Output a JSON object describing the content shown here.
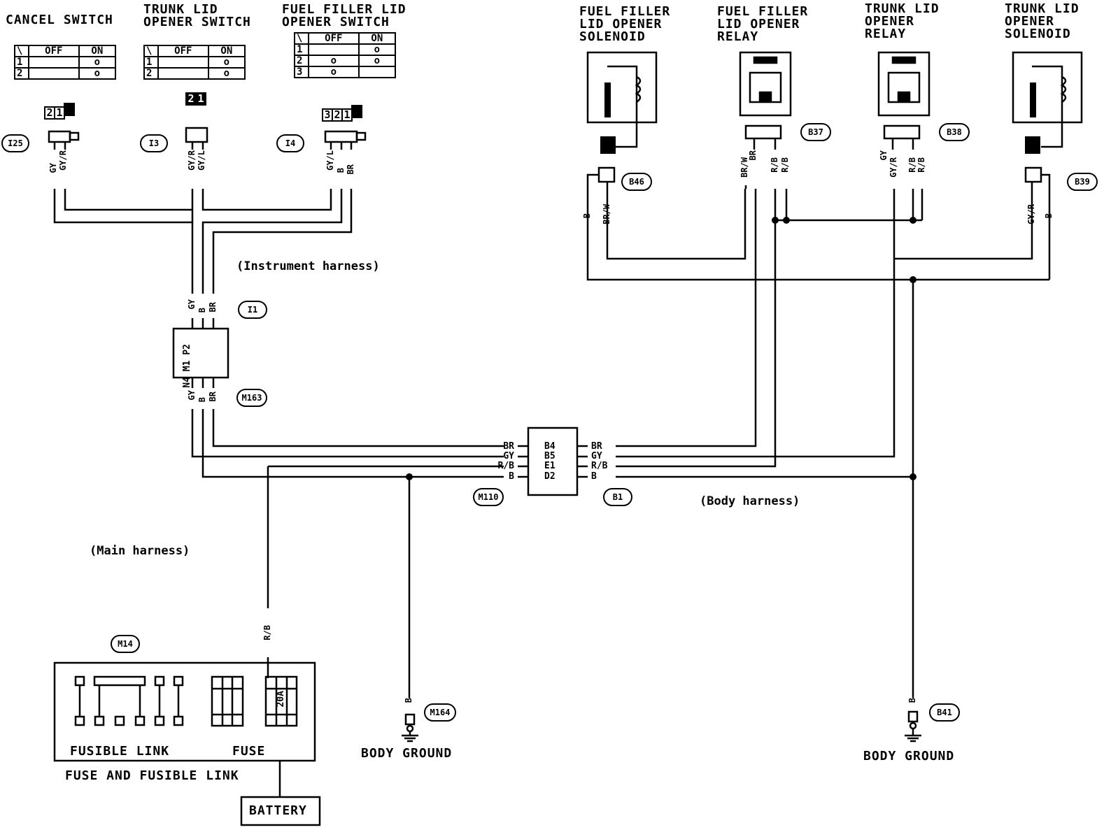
{
  "titles": {
    "cancel_switch": "CANCEL SWITCH",
    "trunk_lid_opener_switch": "TRUNK LID\nOPENER SWITCH",
    "fuel_filler_lid_opener_switch": "FUEL FILLER LID\nOPENER SWITCH",
    "fuel_filler_lid_opener_solenoid": "FUEL FILLER\nLID OPENER\nSOLENOID",
    "fuel_filler_lid_opener_relay": "FUEL FILLER\nLID OPENER\nRELAY",
    "trunk_lid_opener_relay": "TRUNK LID\nOPENER\nRELAY",
    "trunk_lid_opener_solenoid": "TRUNK LID\nOPENER\nSOLENOID"
  },
  "switch_tables": {
    "header_off": "OFF",
    "header_on": "ON",
    "row_1": "1",
    "row_2": "2",
    "row_3": "3"
  },
  "pin_labels": {
    "cancel": [
      "2",
      "1"
    ],
    "trunk": [
      "2",
      "1"
    ],
    "fuel": [
      "3",
      "2",
      "1"
    ]
  },
  "connectors": {
    "I25": "I25",
    "I3": "I3",
    "I4": "I4",
    "I1": "I1",
    "M163": "M163",
    "M110": "M110",
    "B1": "B1",
    "B46": "B46",
    "B37": "B37",
    "B38": "B38",
    "B39": "B39",
    "M14": "M14",
    "M164": "M164",
    "B41": "B41"
  },
  "harness_labels": {
    "instrument": "(Instrument harness)",
    "body": "(Body harness)",
    "main": "(Main harness)"
  },
  "wire_colors": {
    "i25_a": "GY/R",
    "i25_b": "GY",
    "i3_a": "GY/L",
    "i3_b": "GY/R",
    "i4_a": "GY/L",
    "i4_b": "B",
    "i4_c": "BR",
    "i1_gy": "GY",
    "i1_b": "B",
    "i1_br": "BR",
    "m163_gy": "GY",
    "m163_b": "B",
    "m163_br": "BR",
    "b46_b": "B",
    "b46_brw": "BR/W",
    "b37_brw": "BR/W",
    "b37_br": "BR",
    "b37_rb1": "R/B",
    "b37_rb2": "R/B",
    "b38_gyr": "GY/R",
    "b38_gy": "GY",
    "b38_rb1": "R/B",
    "b38_rb2": "R/B",
    "b39_gyr": "GY/R",
    "b39_b": "B",
    "main_rb": "R/B",
    "m164_b": "B",
    "b41_b": "B"
  },
  "joint_block": {
    "left_wires": [
      "BR",
      "GY",
      "R/B",
      "B"
    ],
    "pins": [
      "B4",
      "B5",
      "E1",
      "D2"
    ],
    "right_wires": [
      "BR",
      "GY",
      "R/B",
      "B"
    ]
  },
  "i1_pins": "N4\nM1\nP2",
  "fuse_box": {
    "fusible_link": "FUSIBLE LINK",
    "fuse": "FUSE",
    "fuse_rating": "20A",
    "caption": "FUSE AND FUSIBLE LINK"
  },
  "battery": "BATTERY",
  "grounds": {
    "left": "BODY GROUND",
    "right": "BODY GROUND"
  }
}
